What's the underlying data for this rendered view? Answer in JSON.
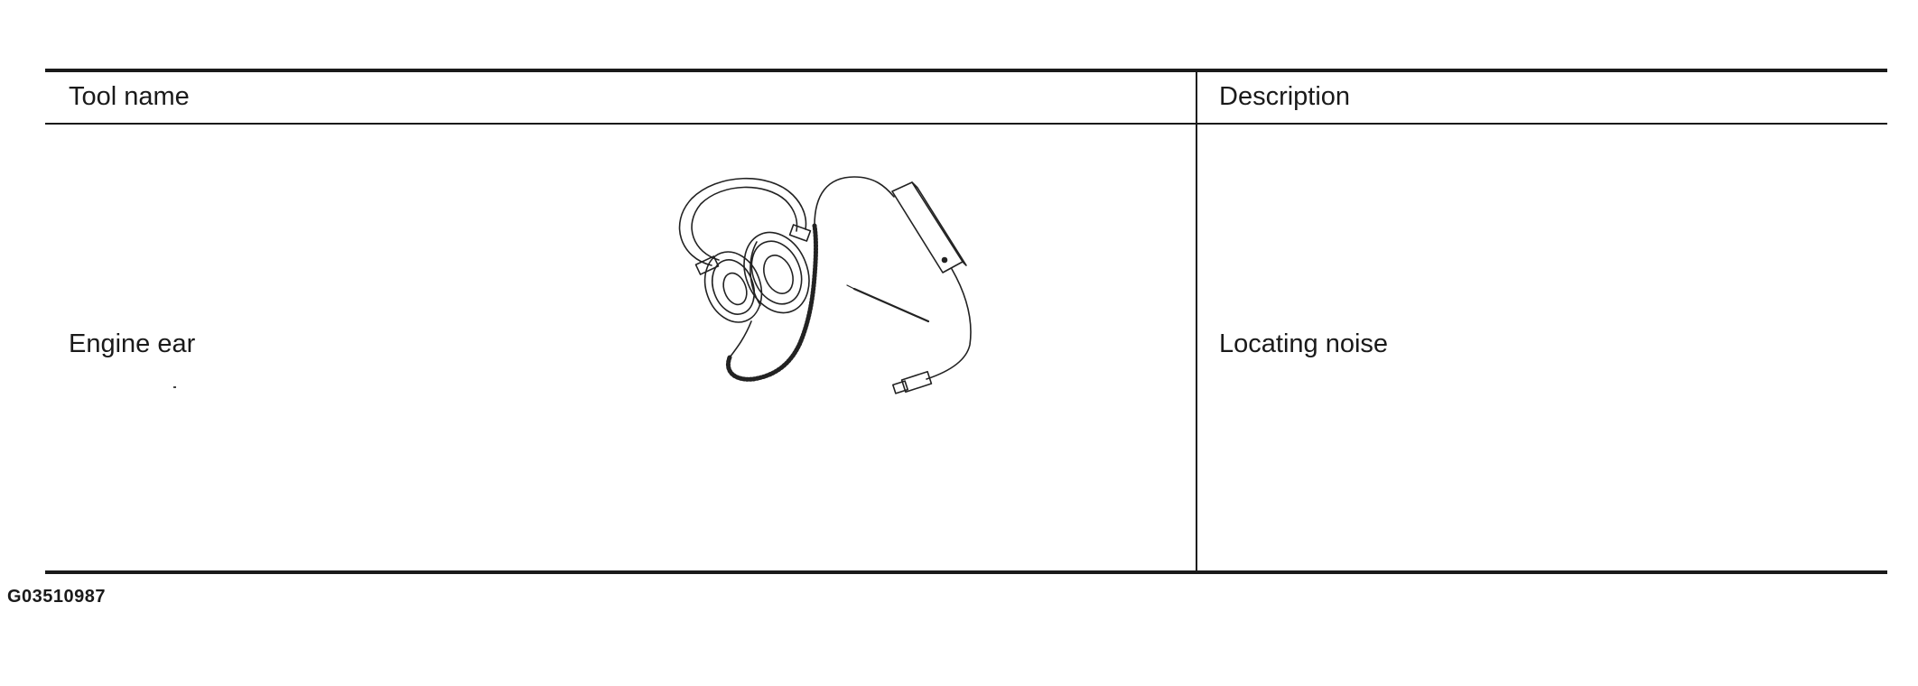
{
  "table": {
    "headers": {
      "tool_name": "Tool name",
      "description": "Description"
    },
    "rows": [
      {
        "tool_name": "Engine ear",
        "description": "Locating noise",
        "illustration_icon": "engine-ear-headphones-icon"
      }
    ]
  },
  "figure_id": "G03510987"
}
